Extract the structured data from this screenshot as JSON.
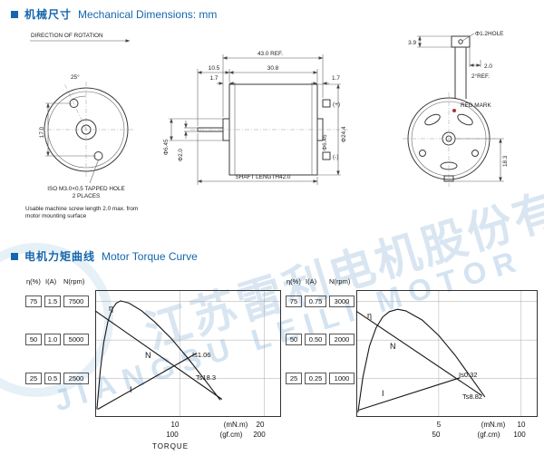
{
  "page": {
    "watermark_zh": "江苏雷利电机股份有限公司",
    "watermark_en": "JIANGSU LEILI MOTOR"
  },
  "sections": {
    "mechanical": {
      "title_zh": "机械尺寸",
      "title_en": "Mechanical Dimensions: mm"
    },
    "torque": {
      "title_zh": "电机力矩曲线",
      "title_en": "Motor Torque Curve"
    }
  },
  "front_view": {
    "direction_label": "DIRECTION OF ROTATION",
    "angle_label": "25°",
    "holes_distance": "17.0",
    "tapped_hole_line1": "ISO M3.0×0.5 TAPPED HOLE",
    "tapped_hole_line2": "2 PLACES",
    "note_line1": "Usable machine screw length 2.0 max. from",
    "note_line2": "motor mounting surface"
  },
  "side_view": {
    "overall_length": "43.0 REF.",
    "dim_front": "10.5",
    "dim_body": "30.8",
    "dim_front_boss": "1.7",
    "dim_rear_boss": "1.7",
    "dia_front_boss": "Φ6.45",
    "dia_shaft": "Φ2.0",
    "dia_rear_boss": "Φ6.45",
    "dia_body": "Φ24.4",
    "terminal_plus": "(+)",
    "terminal_minus": "(-)",
    "shaft_length": "SHAFT LENGTH42.0"
  },
  "rear_view": {
    "hole_label": "Φ1.2HOLE",
    "dim_plate": "3.9",
    "dim_hole_offset": "2.0",
    "angle_ref": "2°REF.",
    "red_mark": "RED MARK",
    "dim_height": "18.3"
  },
  "chart_data": [
    {
      "type": "line",
      "xlabel": "TORQUE",
      "axis_headers": [
        "η(%)",
        "I(A)",
        "N(rpm)"
      ],
      "y_labels": [
        [
          "75",
          "1.5",
          "7500"
        ],
        [
          "50",
          "1.0",
          "5000"
        ],
        [
          "25",
          "0.5",
          "2500"
        ]
      ],
      "x_row1": [
        "10",
        "(mN.m)",
        "20"
      ],
      "x_row2": [
        "100",
        "(gf.cm)",
        "200"
      ],
      "x_ticks_mNm": [
        10,
        20
      ],
      "grid_speeds": [
        7500,
        5000,
        2500
      ],
      "xlim_mNm": [
        0,
        22
      ],
      "ylim": {
        "eta": [
          0,
          82.5
        ],
        "current": [
          0,
          1.65
        ],
        "speed": [
          0,
          8250
        ]
      },
      "stall_current_label": "Is1.06",
      "stall_torque_label": "Ts18.3",
      "stall_current_A": 1.06,
      "stall_torque_mNm": 18.3,
      "grid": true,
      "series": [
        {
          "name": "η",
          "scale": "eta",
          "points": [
            [
              0.2,
              5
            ],
            [
              0.6,
              30
            ],
            [
              1.0,
              48
            ],
            [
              1.5,
              62
            ],
            [
              2,
              70
            ],
            [
              2.5,
              74
            ],
            [
              3,
              75.5
            ],
            [
              4,
              74
            ],
            [
              5.5,
              69
            ],
            [
              7,
              62
            ],
            [
              9,
              51
            ],
            [
              11,
              38
            ],
            [
              13,
              24
            ],
            [
              14.8,
              11
            ]
          ]
        },
        {
          "name": "N",
          "scale": "speed",
          "points": [
            [
              0,
              6900
            ],
            [
              15,
              1150
            ]
          ]
        },
        {
          "name": "I",
          "scale": "current",
          "points": [
            [
              0.3,
              0.1
            ],
            [
              12,
              0.83
            ]
          ]
        }
      ]
    },
    {
      "type": "line",
      "xlabel": "",
      "axis_headers": [
        "η(%)",
        "I(A)",
        "N(rpm)"
      ],
      "y_labels": [
        [
          "75",
          "0.75",
          "3000"
        ],
        [
          "50",
          "0.50",
          "2000"
        ],
        [
          "25",
          "0.25",
          "1000"
        ]
      ],
      "x_row1": [
        "5",
        "(mN.m)",
        "10"
      ],
      "x_row2": [
        "50",
        "(gf.cm)",
        "100"
      ],
      "x_ticks_mNm": [
        5,
        10
      ],
      "grid_speeds": [
        3000,
        2000,
        1000
      ],
      "xlim_mNm": [
        0,
        11
      ],
      "ylim": {
        "eta": [
          0,
          82.5
        ],
        "current": [
          0,
          0.825
        ],
        "speed": [
          0,
          3300
        ]
      },
      "stall_current_label": "Is0.32",
      "stall_torque_label": "Ts8.82",
      "stall_current_A": 0.32,
      "stall_torque_mNm": 8.82,
      "grid": true,
      "series": [
        {
          "name": "η",
          "scale": "eta",
          "points": [
            [
              0.1,
              3
            ],
            [
              0.4,
              26
            ],
            [
              0.8,
              46
            ],
            [
              1.2,
              58
            ],
            [
              1.6,
              65
            ],
            [
              2,
              68.5
            ],
            [
              2.5,
              70
            ],
            [
              3,
              69
            ],
            [
              4,
              63
            ],
            [
              5,
              53
            ],
            [
              6,
              40
            ],
            [
              7,
              25
            ],
            [
              7.8,
              13
            ]
          ]
        },
        {
          "name": "N",
          "scale": "speed",
          "points": [
            [
              0,
              2750
            ],
            [
              7.6,
              560
            ]
          ]
        },
        {
          "name": "I",
          "scale": "current",
          "points": [
            [
              0.15,
              0.045
            ],
            [
              6.3,
              0.255
            ]
          ]
        }
      ]
    }
  ]
}
